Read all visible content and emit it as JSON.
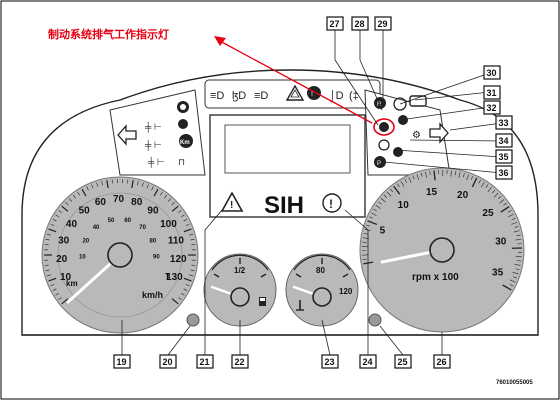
{
  "annotation": {
    "text": "制动系统排气工作指示灯",
    "color": "#e60012"
  },
  "image_code": "76010055005",
  "lcd": {
    "center_text": "SIH",
    "warning_icon": "warning-triangle-icon",
    "info_icon": "exclamation-circle-icon"
  },
  "speedometer": {
    "unit": "km/h",
    "outer_labels": [
      "10",
      "20",
      "30",
      "40",
      "50",
      "60",
      "70",
      "80",
      "90",
      "100",
      "110",
      "120",
      "130"
    ],
    "inner_labels": [
      "10",
      "20",
      "40",
      "50",
      "60",
      "70",
      "80",
      "90"
    ],
    "inner_unit_left": "km",
    "inner_unit_right": "T"
  },
  "fuel_gauge": {
    "label": "1/2",
    "icon": "fuel-pump-icon"
  },
  "temp_gauge": {
    "labels": [
      "80",
      "120"
    ],
    "icon": "thermometer-icon"
  },
  "tachometer": {
    "unit": "rpm x 100",
    "labels": [
      "5",
      "10",
      "15",
      "20",
      "25",
      "30",
      "35"
    ]
  },
  "callouts_top": [
    "27",
    "28",
    "29"
  ],
  "callouts_right": [
    "30",
    "31",
    "32",
    "33",
    "34",
    "35",
    "36"
  ],
  "callouts_bottom": [
    "19",
    "20",
    "21",
    "22",
    "23",
    "24",
    "25",
    "26"
  ],
  "top_indicators": [
    "high-beam-icon",
    "low-beam-icon",
    "parking-light-icon",
    "hazard-triangle-icon",
    "tire-pressure-icon",
    "front-fog-icon",
    "rear-fog-icon"
  ],
  "left_indicators": [
    "turn-left-arrow-icon",
    "axle-lock-icon",
    "diff-lock-icon",
    "brake-warning-icon",
    "km-icon",
    "trailer-icon"
  ],
  "right_indicators": [
    "exhaust-brake-icon",
    "engine-icon",
    "abs-icon",
    "turn-right-arrow-icon",
    "parking-brake-icon"
  ]
}
